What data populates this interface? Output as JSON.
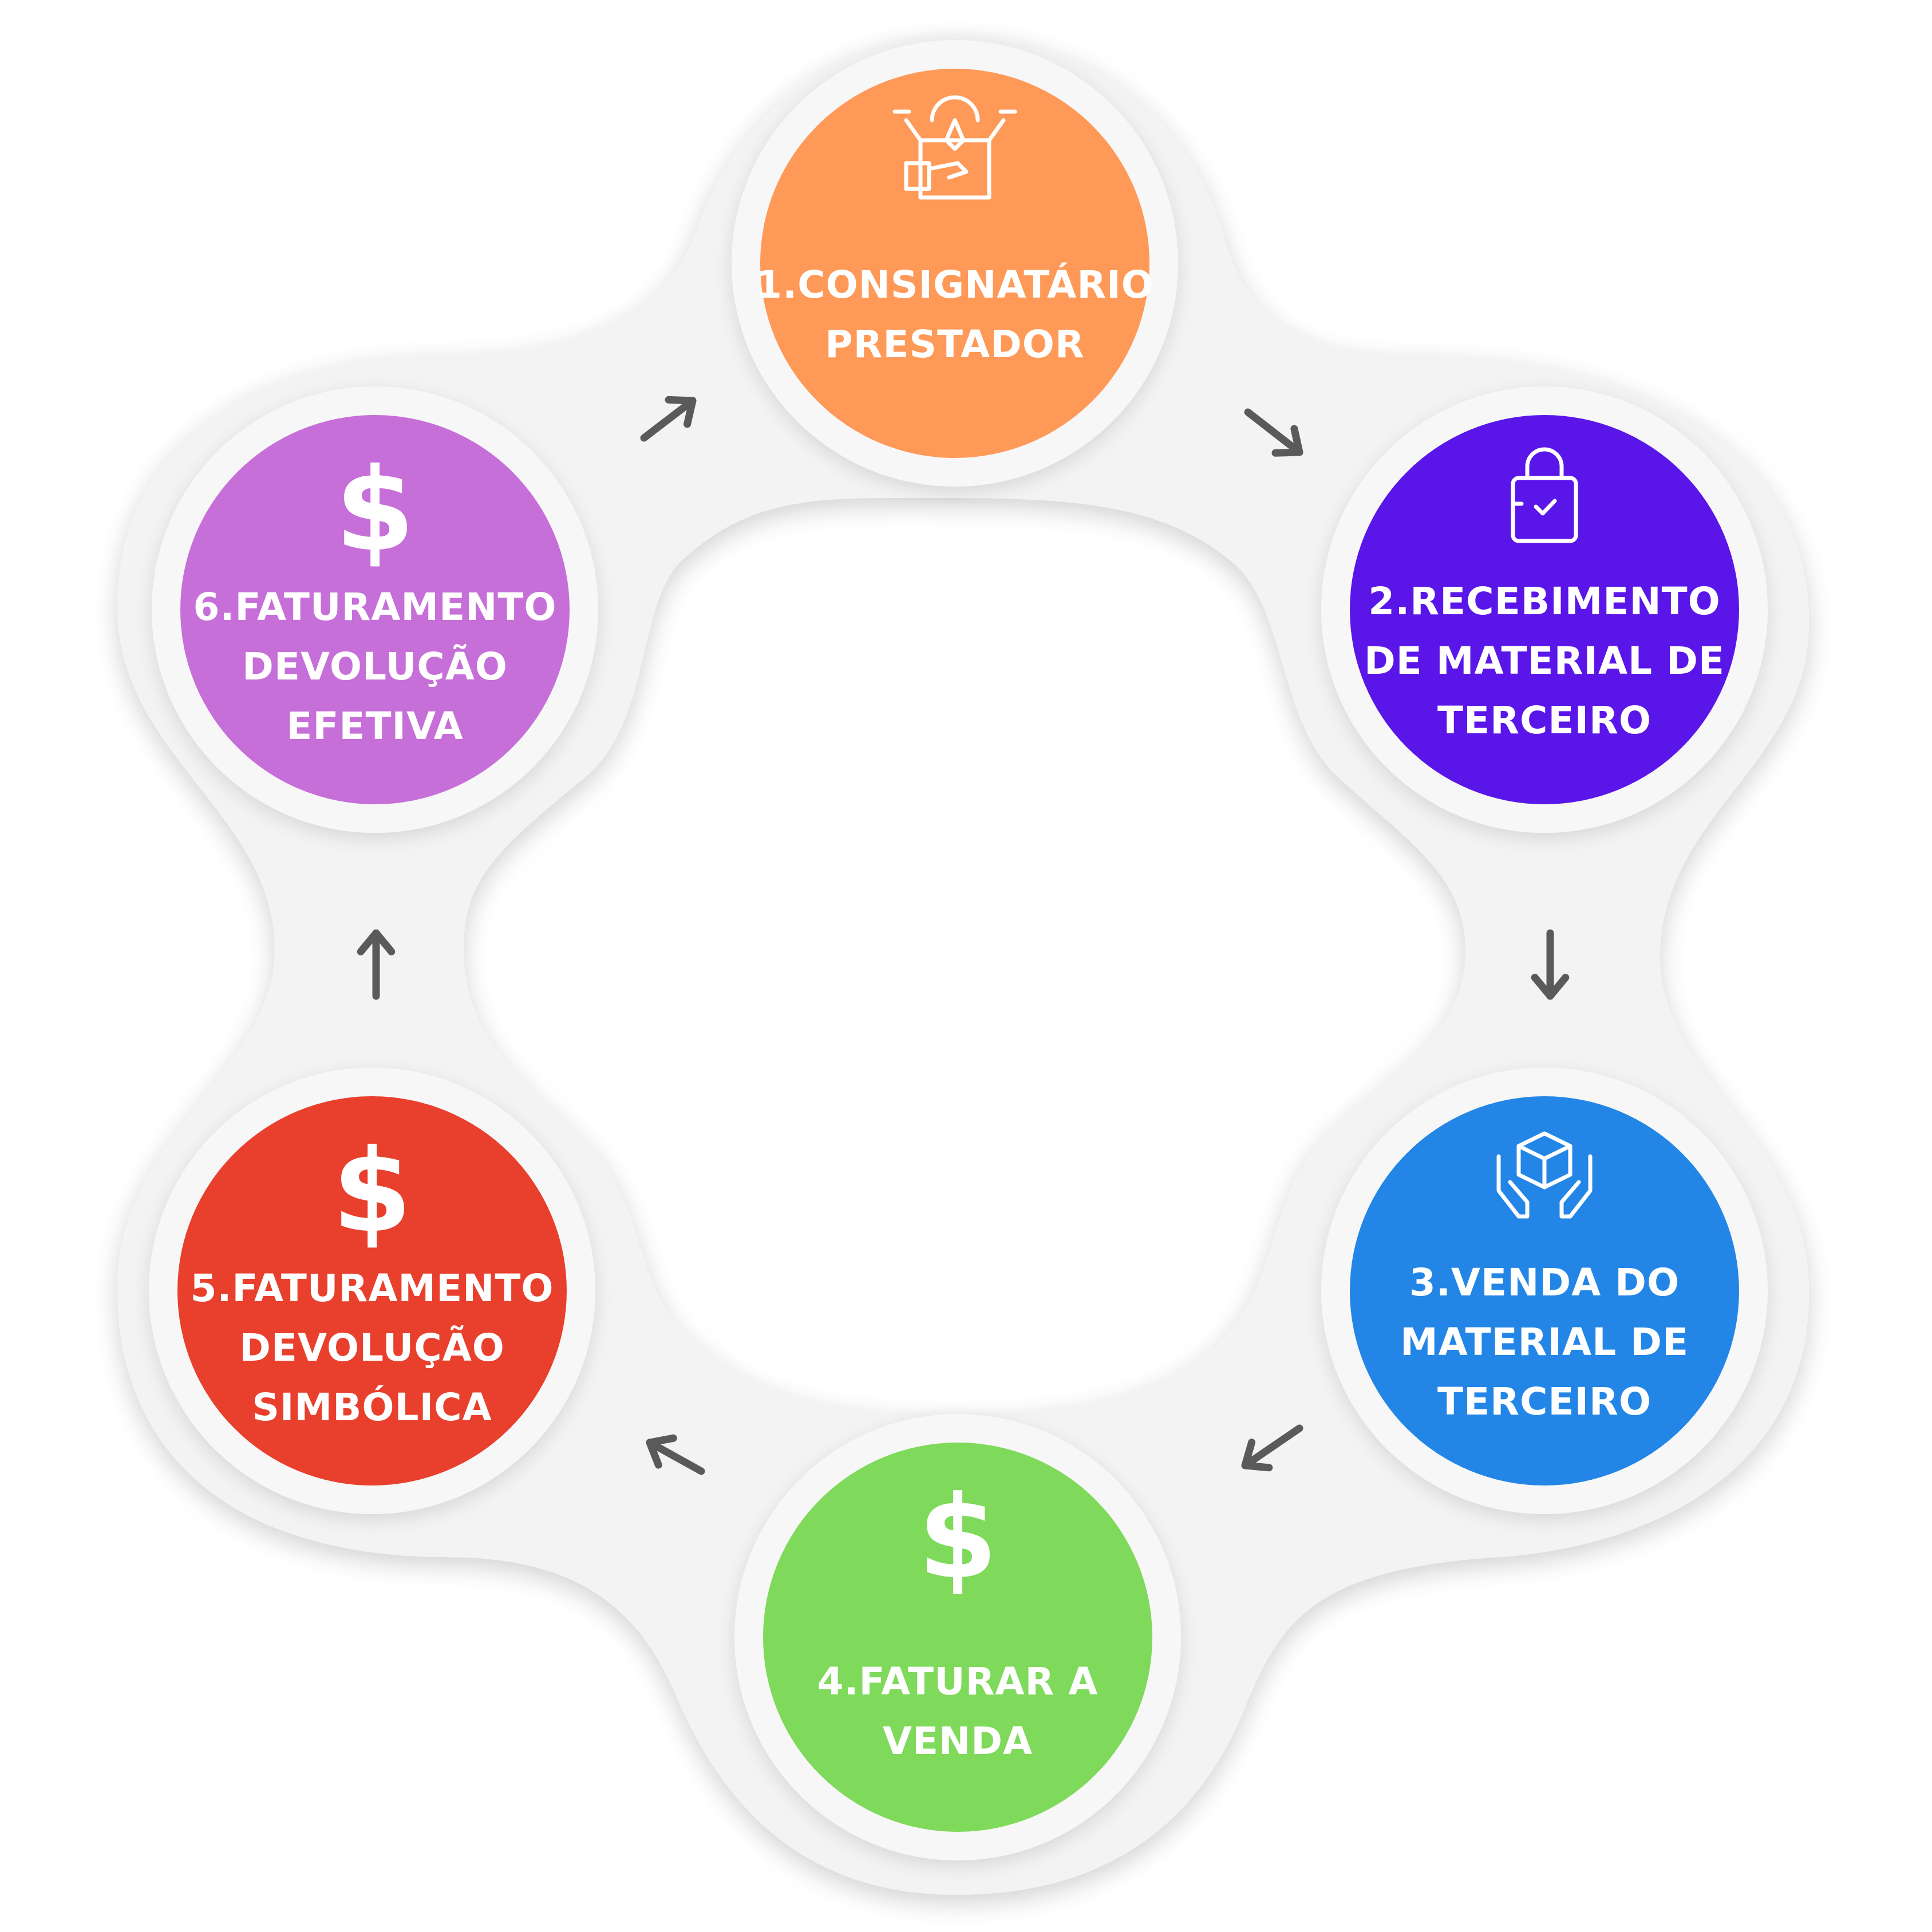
{
  "colors": {
    "background": "#ffffff",
    "ring": "#f3f3f3",
    "arrow": "#5a5a5a",
    "text": "#ffffff"
  },
  "steps": [
    {
      "lines": [
        "1.CONSIGNATÁRIO",
        "PRESTADOR"
      ],
      "color": "#fe9958",
      "icon": "consignment-box-icon"
    },
    {
      "lines": [
        "2.RECEBIMENTO",
        "DE MATERIAL DE",
        "TERCEIRO"
      ],
      "color": "#5a16e8",
      "icon": "shopping-bag-check-icon"
    },
    {
      "lines": [
        "3.VENDA DO",
        "MATERIAL DE",
        "TERCEIRO"
      ],
      "color": "#2386e6",
      "icon": "hands-holding-box-icon"
    },
    {
      "lines": [
        "4.FATURAR A",
        "VENDA"
      ],
      "color": "#7fd95a",
      "icon": "dollar-icon"
    },
    {
      "lines": [
        "5.FATURAMENTO",
        "DEVOLUÇÃO",
        "SIMBÓLICA"
      ],
      "color": "#e8402d",
      "icon": "dollar-icon"
    },
    {
      "lines": [
        "6.FATURAMENTO",
        "DEVOLUÇÃO",
        "EFETIVA"
      ],
      "color": "#c66fd8",
      "icon": "dollar-icon"
    }
  ],
  "arrows": [
    {
      "from": 1,
      "to": 2,
      "direction": "down-right"
    },
    {
      "from": 2,
      "to": 3,
      "direction": "down"
    },
    {
      "from": 3,
      "to": 4,
      "direction": "down-left"
    },
    {
      "from": 4,
      "to": 5,
      "direction": "up-left"
    },
    {
      "from": 5,
      "to": 6,
      "direction": "up"
    },
    {
      "from": 6,
      "to": 1,
      "direction": "up-right"
    }
  ]
}
